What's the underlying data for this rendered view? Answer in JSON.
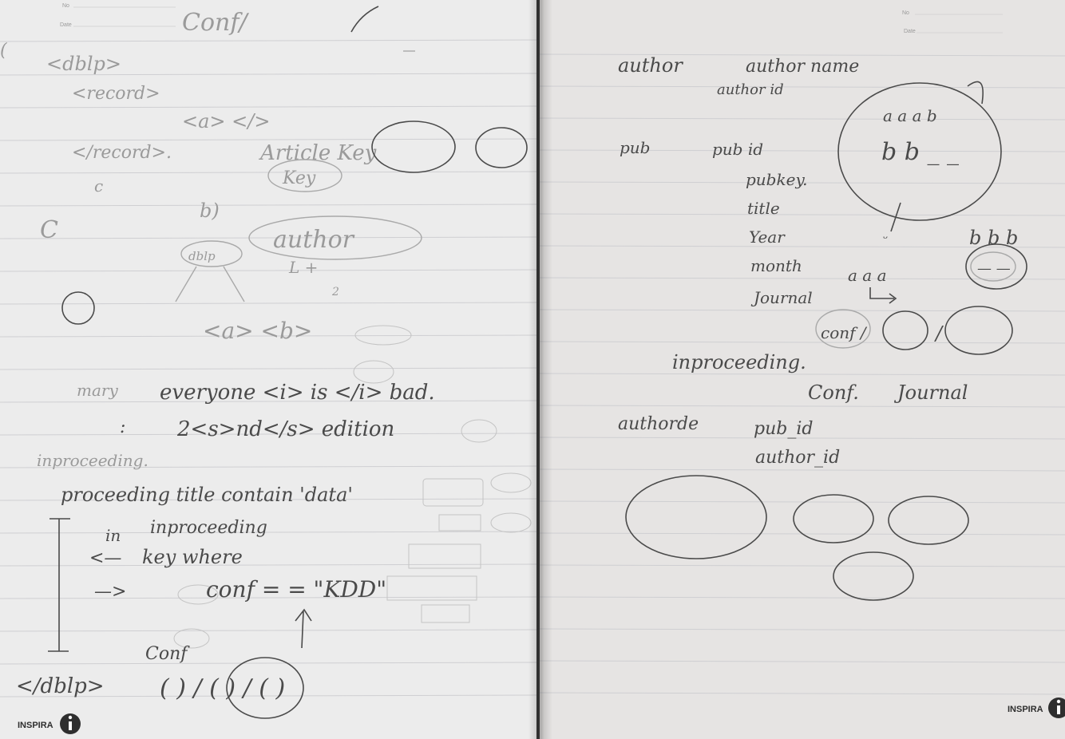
{
  "header": {
    "no_label": "No",
    "date_label": "Date"
  },
  "brand": {
    "name": "INSPIRA",
    "logo_icon": "info-circle-icon"
  },
  "left_page": {
    "title": "Conf/",
    "dblp_open": "<dblp>",
    "record_open": "<record>",
    "a_tags": "<a>  </>",
    "record_close": "</record>.",
    "c1": "c",
    "c2": "C",
    "article_key": "Article Key",
    "key": "Key",
    "b": "b)",
    "author": "author",
    "dblp_node": "dblp",
    "l_plus": "L  +",
    "two": "2",
    "ab_tags": "<a> <b>",
    "mary": "mary",
    "everyone": "everyone <i> is </i> bad.",
    "second_edition": "2<s>nd</s> edition",
    "colon": ":",
    "inproceeding": "inproceeding.",
    "proceeding_title": "proceeding title contain 'data'",
    "in": "in",
    "inproceeding2": "inproceeding",
    "key_where": "key where",
    "conf_kdd": "conf = = \"KDD\"",
    "arrow_left": "<—",
    "arrow_right": "—>",
    "conf_lower": "Conf",
    "dblp_close": "</dblp>",
    "parens": "( ) / ( ) / ( )"
  },
  "right_page": {
    "author": "author",
    "author_name": "author name",
    "author_id": "author id",
    "pub": "pub",
    "pub_id": "pub id",
    "pubkey": "pubkey.",
    "title": "title",
    "year": "Year",
    "month": "month",
    "journal": "Journal",
    "aaa_b": "a a a  b",
    "bb": "b b _ _",
    "bbb": "b b b",
    "dashes": "— —",
    "aaa": "a a a",
    "conf_slash": "conf /",
    "slash": "/",
    "inproceeding": "inproceeding.",
    "conf": "Conf.",
    "journal2": "Journal",
    "authorder": "authorde",
    "pub_id2": "pub_id",
    "author_id2": "author_id"
  }
}
